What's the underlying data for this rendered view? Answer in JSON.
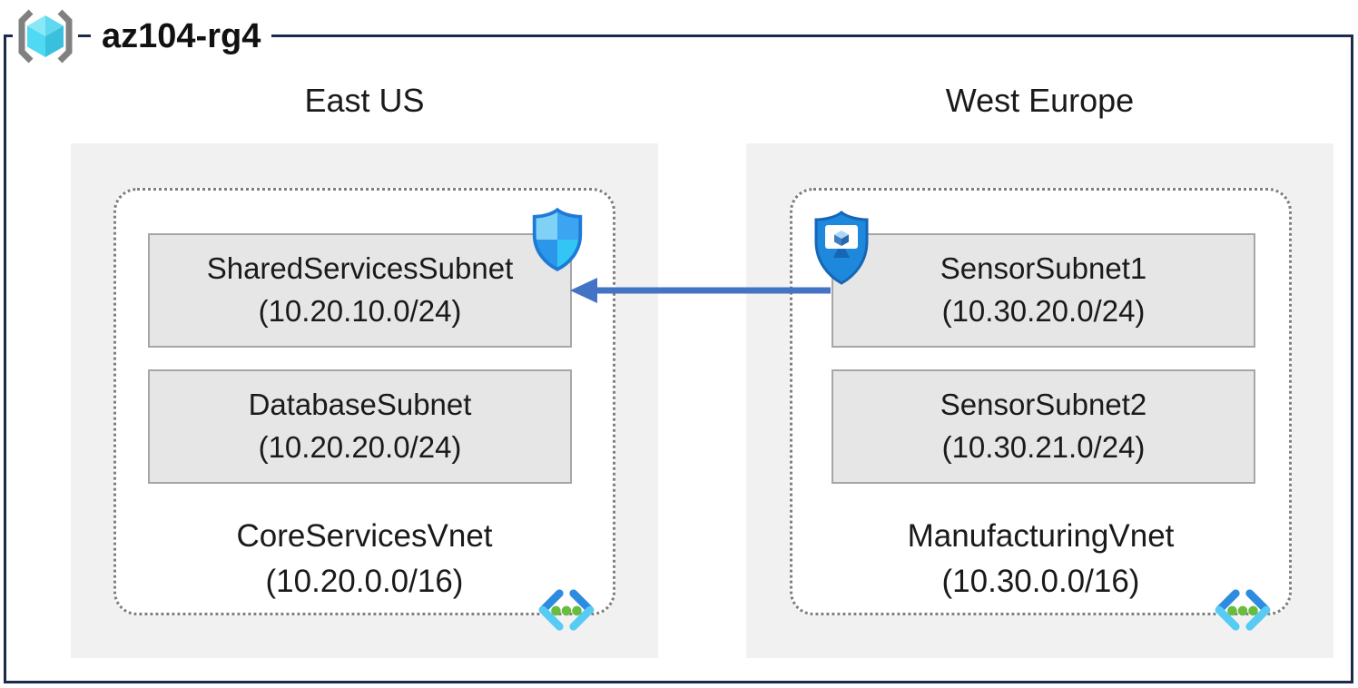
{
  "resource_group": {
    "name": "az104-rg4",
    "icon": "resource-group-icon"
  },
  "regions": [
    {
      "name": "East US",
      "vnet": {
        "name": "CoreServicesVnet",
        "cidr": "(10.20.0.0/16)",
        "corner_icon": "virtual-network-icon",
        "subnets": [
          {
            "name": "SharedServicesSubnet",
            "cidr": "(10.20.10.0/24)",
            "badge_icon": "network-security-group-shield-icon"
          },
          {
            "name": "DatabaseSubnet",
            "cidr": "(10.20.20.0/24)"
          }
        ]
      }
    },
    {
      "name": "West Europe",
      "vnet": {
        "name": "ManufacturingVnet",
        "cidr": "(10.30.0.0/16)",
        "corner_icon": "virtual-network-icon",
        "subnets": [
          {
            "name": "SensorSubnet1",
            "cidr": "(10.30.20.0/24)",
            "badge_icon": "application-security-group-shield-icon"
          },
          {
            "name": "SensorSubnet2",
            "cidr": "(10.30.21.0/24)"
          }
        ]
      }
    }
  ],
  "connection": {
    "from": "SensorSubnet1",
    "to": "SharedServicesSubnet",
    "type": "arrow",
    "direction": "right-to-left",
    "color": "#4472c4"
  },
  "colors": {
    "frame_border": "#1b2b4b",
    "region_fill": "#f1f1f2",
    "subnet_fill": "#e6e6e6",
    "subnet_border": "#a6a6a6",
    "vnet_dotted_border": "#7f7f7f",
    "arrow": "#4472c4",
    "text": "#1a1a1a"
  },
  "icons": {
    "resource_group": "gray-brackets-with-cyan-cube",
    "nsg": "blue-quadrant-shield",
    "asg": "blue-shield-with-monitor",
    "vnet": "blue-chevrons-with-green-dots"
  }
}
